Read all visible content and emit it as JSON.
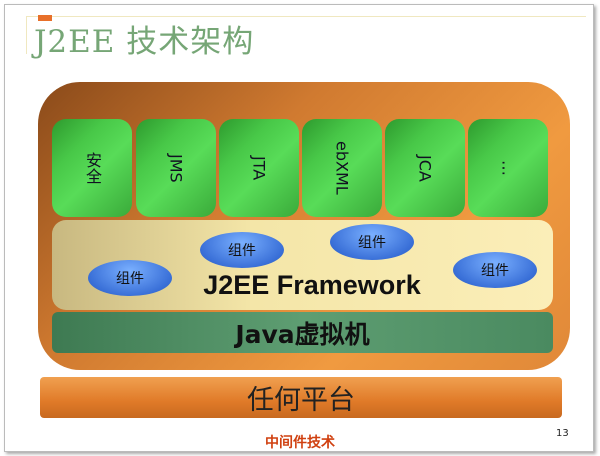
{
  "title": "J2EE 技术架构",
  "services": [
    "安全",
    "JMS",
    "JTA",
    "ebXML",
    "JCA",
    "…"
  ],
  "framework_label": "J2EE Framework",
  "components": [
    "组件",
    "组件",
    "组件",
    "组件"
  ],
  "jvm_label": "Java虚拟机",
  "platform_label": "任何平台",
  "footer": "中间件技术",
  "page_number": "13"
}
